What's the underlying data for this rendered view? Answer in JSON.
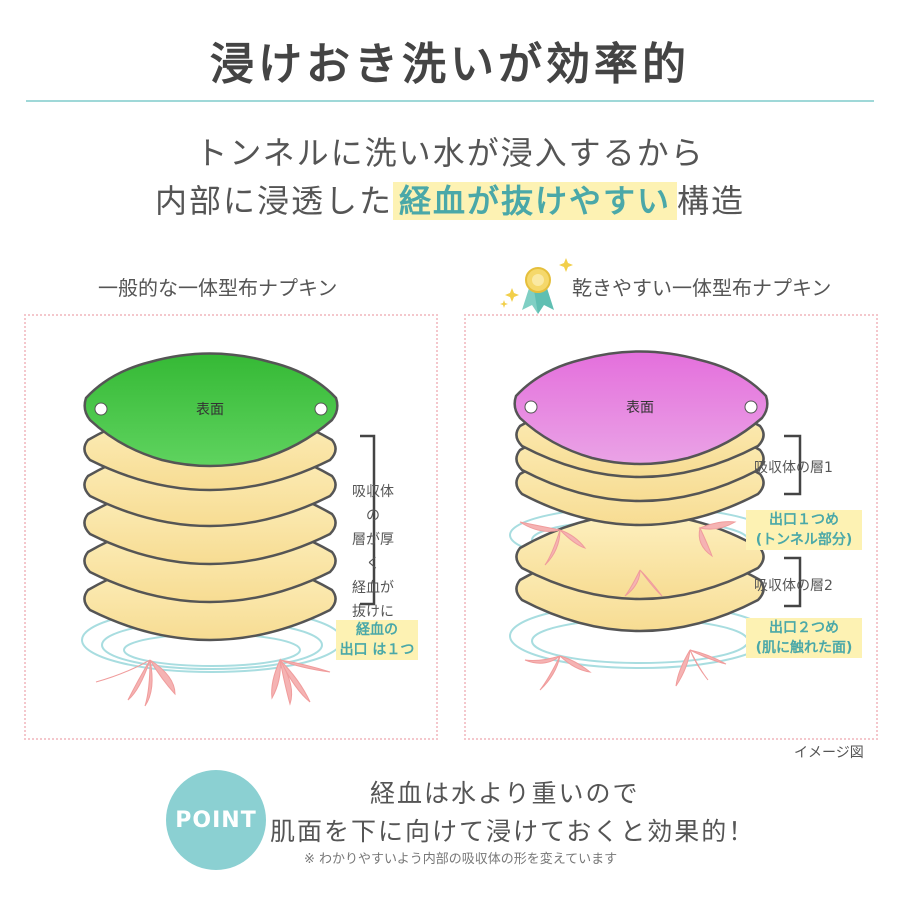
{
  "title": "浸けおき洗いが効率的",
  "subtitle": {
    "line1": "トンネルに洗い水が浸入するから",
    "line2_before": "内部に浸透した",
    "line2_highlight": "経血が抜けやすい",
    "line2_after": "構造"
  },
  "left_panel": {
    "title": "一般的な一体型布ナプキン",
    "surface_label": "表面",
    "callout": [
      "吸収体の",
      "層が厚く",
      "経血が",
      "抜けにくい"
    ],
    "exit_label": [
      "経血の",
      "出口 は１つ"
    ],
    "surface_color": "#3fbf3f"
  },
  "right_panel": {
    "title": "乾きやすい一体型布ナプキン",
    "surface_label": "表面",
    "layer1_label": "吸収体の層1",
    "exit1_label": [
      "出口１つめ",
      "(トンネル部分)"
    ],
    "layer2_label": "吸収体の層2",
    "exit2_label": [
      "出口２つめ",
      "(肌に触れた面)"
    ],
    "surface_color": "#e77fdd",
    "badge_icon": "award-medal-icon"
  },
  "image_note": "イメージ図",
  "point": {
    "badge": "POINT",
    "line1": "経血は水より重いので",
    "line2": "肌面を下に向けて浸けておくと効果的！",
    "note": "※ わかりやすいよう内部の吸収体の形を変えています"
  },
  "colors": {
    "accent_teal": "#8bd0d2",
    "highlight_yellow": "#fdf2b3",
    "pad_layer": "#fbe6a6",
    "panel_border": "#f4c7cc",
    "petal_pink": "#f5b3b3"
  }
}
